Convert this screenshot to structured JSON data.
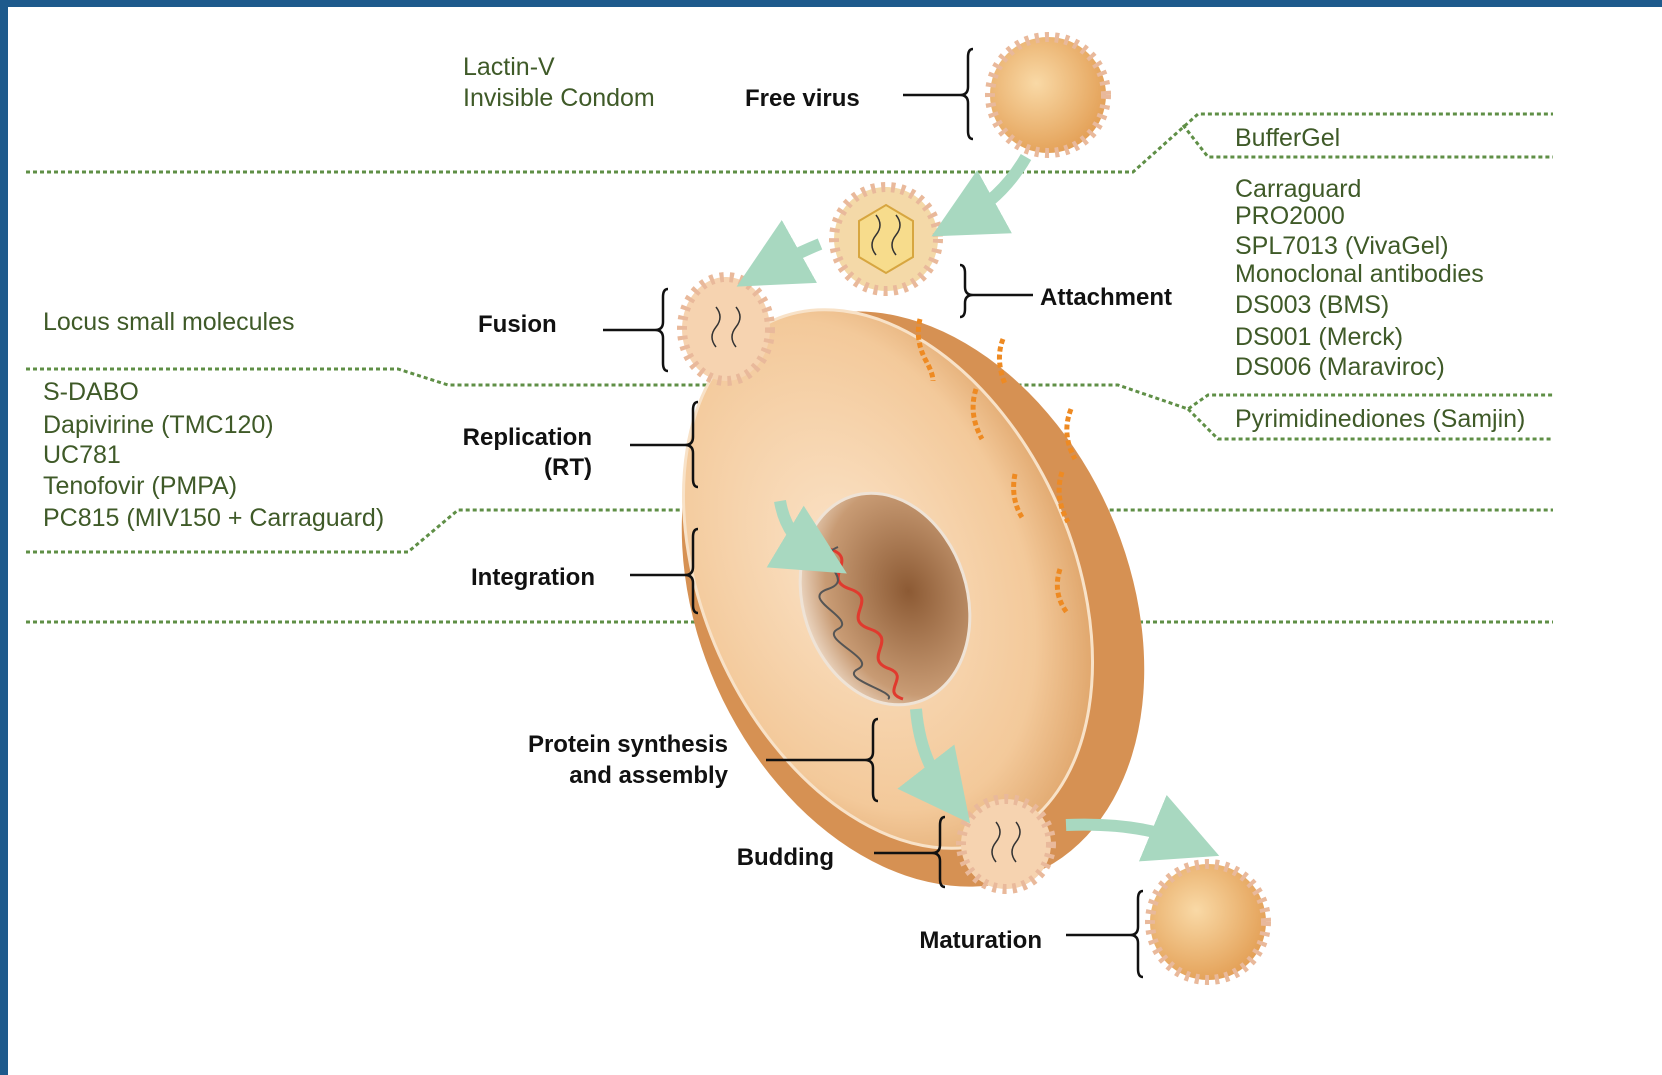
{
  "colors": {
    "border": "#1e5a8c",
    "drug_text": "#3f5a28",
    "separator": "#5f8f46",
    "cell": "#f3c99a",
    "virus": "#e6a25a",
    "arrow": "#a8d8c0"
  },
  "stages": {
    "free_virus": "Free virus",
    "attachment": "Attachment",
    "fusion": "Fusion",
    "replication_line1": "Replication",
    "replication_line2": "(RT)",
    "integration": "Integration",
    "protein_line1": "Protein synthesis",
    "protein_line2": "and assembly",
    "budding": "Budding",
    "maturation": "Maturation"
  },
  "drugs": {
    "free_virus": [
      "Lactin-V",
      "Invisible Condom"
    ],
    "buffer": "BufferGel",
    "attachment": [
      "Carraguard",
      "PRO2000",
      "SPL7013 (VivaGel)",
      "Monoclonal antibodies",
      "DS003 (BMS)",
      "DS001 (Merck)",
      "DS006 (Maraviroc)"
    ],
    "fusion": "Locus small molecules",
    "pyrimidinediones": "Pyrimidinediones (Samjin)",
    "replication": [
      "S-DABO",
      "Dapivirine (TMC120)",
      "UC781",
      "Tenofovir (PMPA)",
      "PC815 (MIV150 + Carraguard)"
    ]
  }
}
